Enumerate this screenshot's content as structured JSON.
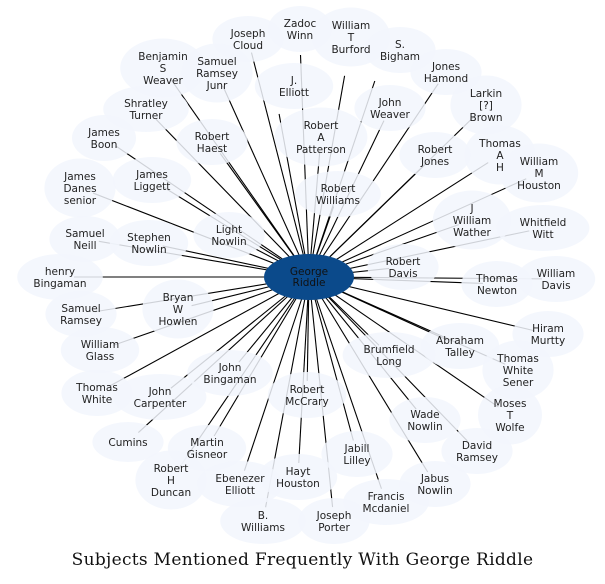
{
  "title": "Subjects Mentioned Frequently With George Riddle",
  "colors": {
    "center_fill": "#0b4a8b",
    "node_fill": "#f2f6fd",
    "edge": "#000000",
    "text": "#222222"
  },
  "center": {
    "id": "george-riddle",
    "lines": [
      "George",
      "Riddle"
    ]
  },
  "nodes": [
    {
      "id": "zadoc-winn",
      "lines": [
        "Zadoc",
        "Winn"
      ]
    },
    {
      "id": "william-t-burford",
      "lines": [
        "William",
        "T",
        "Burford"
      ]
    },
    {
      "id": "joseph-cloud",
      "lines": [
        "Joseph",
        "Cloud"
      ]
    },
    {
      "id": "s-bigham",
      "lines": [
        "S.",
        "Bigham"
      ]
    },
    {
      "id": "benjamin-s-weaver",
      "lines": [
        "Benjamin",
        "S",
        "Weaver"
      ]
    },
    {
      "id": "samuel-ramsey-junr",
      "lines": [
        "Samuel",
        "Ramsey",
        "Junr"
      ]
    },
    {
      "id": "jones-hamond",
      "lines": [
        "Jones",
        "Hamond"
      ]
    },
    {
      "id": "j-elliott",
      "lines": [
        "J.",
        "Elliott"
      ]
    },
    {
      "id": "larkin-brown",
      "lines": [
        "Larkin",
        "[?]",
        "Brown"
      ]
    },
    {
      "id": "shratley-turner",
      "lines": [
        "Shratley",
        "Turner"
      ]
    },
    {
      "id": "john-weaver",
      "lines": [
        "John",
        "Weaver"
      ]
    },
    {
      "id": "robert-a-patterson",
      "lines": [
        "Robert",
        "A",
        "Patterson"
      ]
    },
    {
      "id": "robert-haest",
      "lines": [
        "Robert",
        "Haest"
      ]
    },
    {
      "id": "james-boon",
      "lines": [
        "James",
        "Boon"
      ]
    },
    {
      "id": "thomas-h",
      "lines": [
        "Thomas",
        "A",
        "H"
      ]
    },
    {
      "id": "robert-jones",
      "lines": [
        "Robert",
        "Jones"
      ]
    },
    {
      "id": "william-m-houston",
      "lines": [
        "William",
        "M",
        "Houston"
      ]
    },
    {
      "id": "james-liggett",
      "lines": [
        "James",
        "Liggett"
      ]
    },
    {
      "id": "james-danes-senior",
      "lines": [
        "James",
        "Danes",
        "senior"
      ]
    },
    {
      "id": "robert-williams",
      "lines": [
        "Robert",
        "Williams"
      ]
    },
    {
      "id": "j-william-wather",
      "lines": [
        "J",
        "William",
        "Wather"
      ]
    },
    {
      "id": "whitfield-witt",
      "lines": [
        "Whitfield",
        "Witt"
      ]
    },
    {
      "id": "samuel-neill",
      "lines": [
        "Samuel",
        "Neill"
      ]
    },
    {
      "id": "stephen-nowlin",
      "lines": [
        "Stephen",
        "Nowlin"
      ]
    },
    {
      "id": "light-nowlin",
      "lines": [
        "Light",
        "Nowlin"
      ]
    },
    {
      "id": "henry-bingaman",
      "lines": [
        "henry",
        "Bingaman"
      ]
    },
    {
      "id": "robert-davis",
      "lines": [
        "Robert",
        "Davis"
      ]
    },
    {
      "id": "thomas-newton",
      "lines": [
        "Thomas",
        "Newton"
      ]
    },
    {
      "id": "william-davis",
      "lines": [
        "William",
        "Davis"
      ]
    },
    {
      "id": "samuel-ramsey",
      "lines": [
        "Samuel",
        "Ramsey"
      ]
    },
    {
      "id": "bryan-w-howlen",
      "lines": [
        "Bryan",
        "W",
        "Howlen"
      ]
    },
    {
      "id": "hiram-murtty",
      "lines": [
        "Hiram",
        "Murtty"
      ]
    },
    {
      "id": "abraham-talley",
      "lines": [
        "Abraham",
        "Talley"
      ]
    },
    {
      "id": "brumfield-long",
      "lines": [
        "Brumfield",
        "Long"
      ]
    },
    {
      "id": "william-glass",
      "lines": [
        "William",
        "Glass"
      ]
    },
    {
      "id": "thomas-white-sener",
      "lines": [
        "Thomas",
        "White",
        "Sener"
      ]
    },
    {
      "id": "john-bingaman",
      "lines": [
        "John",
        "Bingaman"
      ]
    },
    {
      "id": "thomas-white",
      "lines": [
        "Thomas",
        "White"
      ]
    },
    {
      "id": "john-carpenter",
      "lines": [
        "John",
        "Carpenter"
      ]
    },
    {
      "id": "robert-mccrary",
      "lines": [
        "Robert",
        "McCrary"
      ]
    },
    {
      "id": "moses-t-wolfe",
      "lines": [
        "Moses",
        "T",
        "Wolfe"
      ]
    },
    {
      "id": "wade-nowlin",
      "lines": [
        "Wade",
        "Nowlin"
      ]
    },
    {
      "id": "cumins",
      "lines": [
        "Cumins"
      ]
    },
    {
      "id": "martin-gisneor",
      "lines": [
        "Martin",
        "Gisneor"
      ]
    },
    {
      "id": "david-ramsey",
      "lines": [
        "David",
        "Ramsey"
      ]
    },
    {
      "id": "jabill-lilley",
      "lines": [
        "Jabill",
        "Lilley"
      ]
    },
    {
      "id": "robert-h-duncan",
      "lines": [
        "Robert",
        "H",
        "Duncan"
      ]
    },
    {
      "id": "ebenezer-elliott",
      "lines": [
        "Ebenezer",
        "Elliott"
      ]
    },
    {
      "id": "hayt-houston",
      "lines": [
        "Hayt",
        "Houston"
      ]
    },
    {
      "id": "jabus-nowlin",
      "lines": [
        "Jabus",
        "Nowlin"
      ]
    },
    {
      "id": "francis-mcdaniel",
      "lines": [
        "Francis",
        "Mcdaniel"
      ]
    },
    {
      "id": "b-williams",
      "lines": [
        "B.",
        "Williams"
      ]
    },
    {
      "id": "joseph-porter",
      "lines": [
        "Joseph",
        "Porter"
      ]
    }
  ]
}
